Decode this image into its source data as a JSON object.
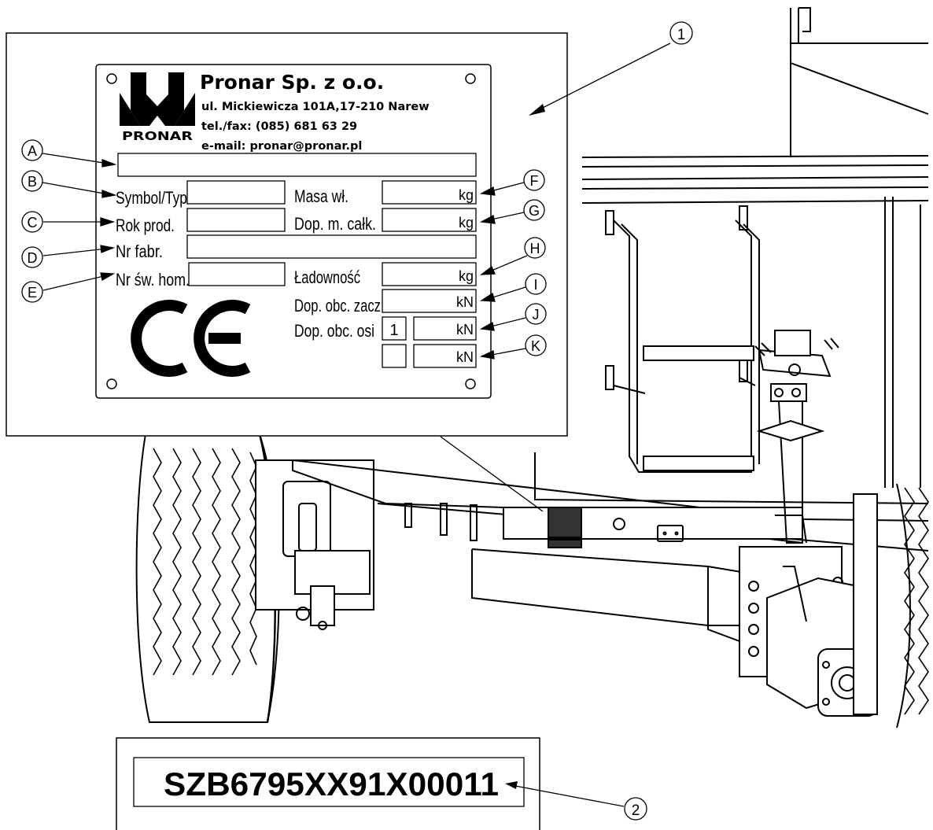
{
  "manufacturer": {
    "logo_text": "PRONAR",
    "name": "Pronar Sp. z o.o.",
    "address": "ul. Mickiewicza 101A,17-210 Narew",
    "phone": "tel./fax: (085) 681 63 29",
    "email": "e-mail: pronar@pronar.pl"
  },
  "plate_fields": {
    "symbol": "Symbol/Typ",
    "year": "Rok prod.",
    "serial": "Nr fabr.",
    "homologation": "Nr św. hom.",
    "tare": "Masa wł.",
    "gvw": "Dop. m. całk.",
    "payload": "Ładowność",
    "hitch_load": "Dop. obc. zacz",
    "axle_load": "Dop. obc. osi",
    "axle_1": "1"
  },
  "units": {
    "kg": "kg",
    "kn": "kN"
  },
  "ce_mark": "CE",
  "callouts": {
    "A": "A",
    "B": "B",
    "C": "C",
    "D": "D",
    "E": "E",
    "F": "F",
    "G": "G",
    "H": "H",
    "I": "I",
    "J": "J",
    "K": "K",
    "one": "1",
    "two": "2"
  },
  "vin_plate": {
    "vin": "SZB6795XX91X00011"
  }
}
